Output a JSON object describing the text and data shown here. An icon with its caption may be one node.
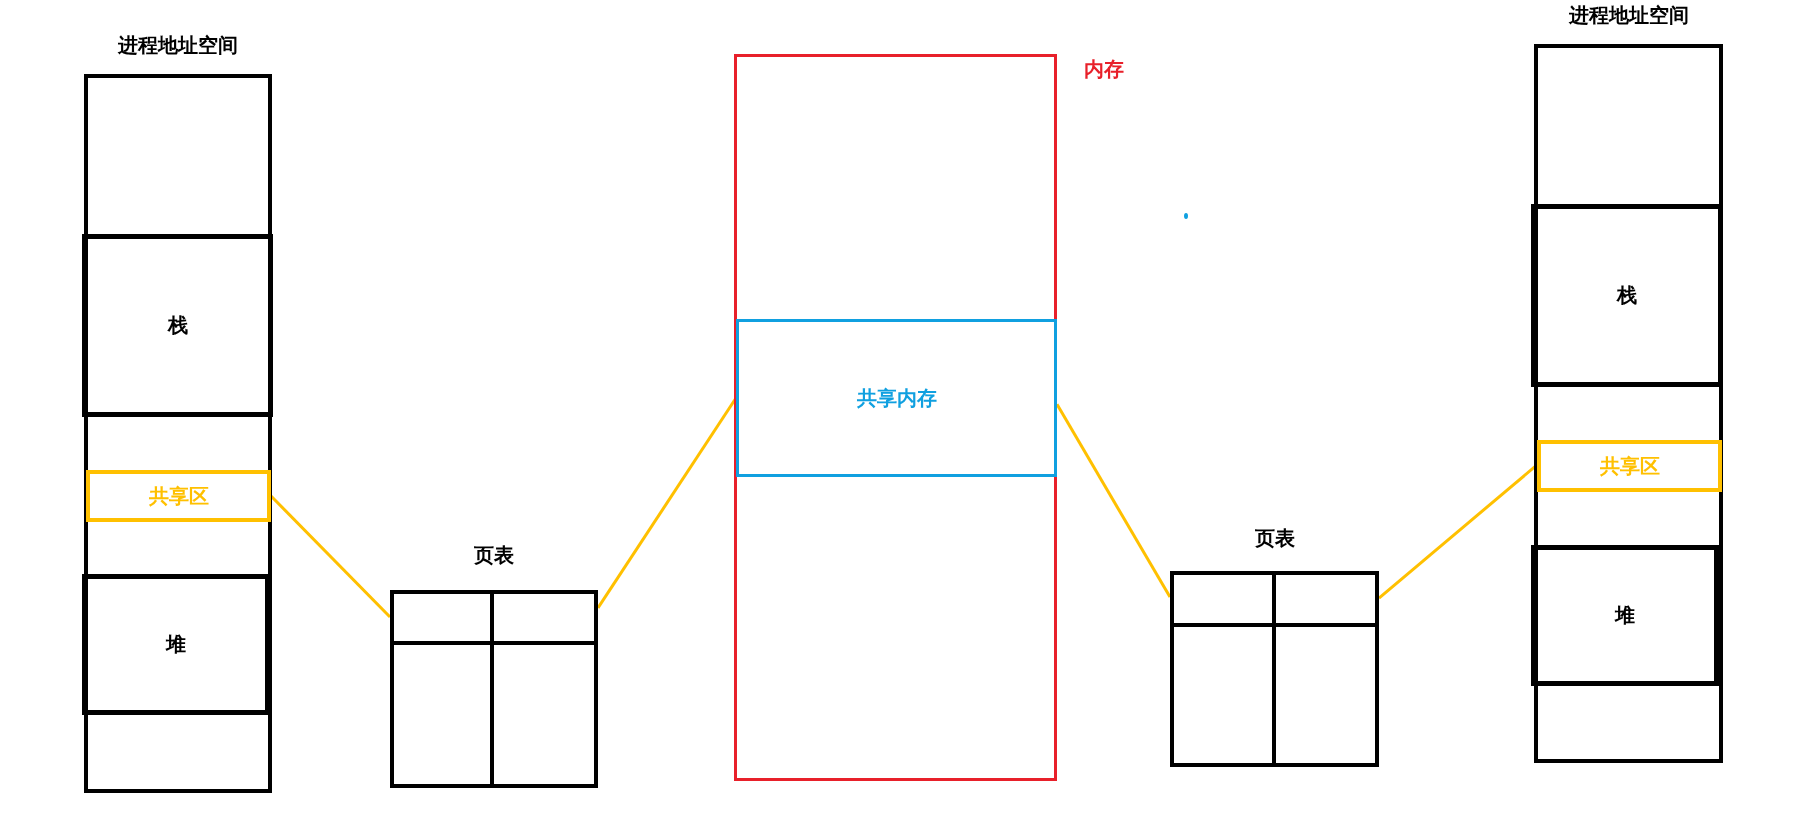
{
  "diagram": {
    "nodes": [
      {
        "text": [
          "进程地址空间"
        ]
      },
      {
        "text": [
          "栈"
        ],
        "in": 0
      },
      {
        "text": [
          "共享区"
        ],
        "in": 0
      },
      {
        "text": [
          "堆"
        ],
        "in": 0
      },
      {
        "text": [
          "页表"
        ]
      },
      {
        "text": [
          "内存"
        ]
      },
      {
        "text": [
          "共享内存"
        ],
        "in": 5
      },
      {
        "text": [
          "页表"
        ]
      },
      {
        "text": [
          "进程地址空间"
        ]
      },
      {
        "text": [
          "栈"
        ],
        "in": 8
      },
      {
        "text": [
          "共享区"
        ],
        "in": 8
      },
      {
        "text": [
          "堆"
        ],
        "in": 8
      }
    ],
    "edges": [
      {
        "from": 2,
        "to": 4,
        "arrow": "none"
      },
      {
        "from": 4,
        "to": 6,
        "arrow": "none"
      },
      {
        "from": 6,
        "to": 7,
        "arrow": "none"
      },
      {
        "from": 7,
        "to": 10,
        "arrow": "none"
      }
    ]
  }
}
